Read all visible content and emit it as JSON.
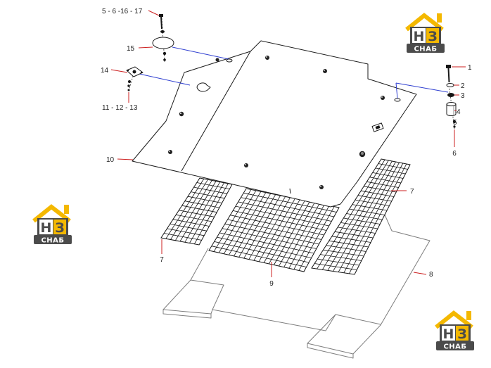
{
  "callouts": [
    {
      "text": "5 - 6 -16 - 17"
    },
    {
      "text": "15"
    },
    {
      "text": "14"
    },
    {
      "text": "11 - 12 - 13"
    },
    {
      "text": "10"
    },
    {
      "text": "1"
    },
    {
      "text": "2"
    },
    {
      "text": "3"
    },
    {
      "text": "4"
    },
    {
      "text": "5"
    },
    {
      "text": "6"
    },
    {
      "text": "7"
    },
    {
      "text": "7"
    },
    {
      "text": "9"
    },
    {
      "text": "8"
    }
  ],
  "logo": {
    "mark_h": "Н",
    "mark_3": "З",
    "bar": "СНАБ"
  },
  "colors": {
    "leader": "#cc1f1f",
    "link": "#2f3fd0",
    "outline": "#1a1a1a",
    "base_outline": "#7d7d7d",
    "grid": "#111111",
    "logo_yellow": "#f4b800",
    "logo_gray": "#4b4b4b"
  }
}
